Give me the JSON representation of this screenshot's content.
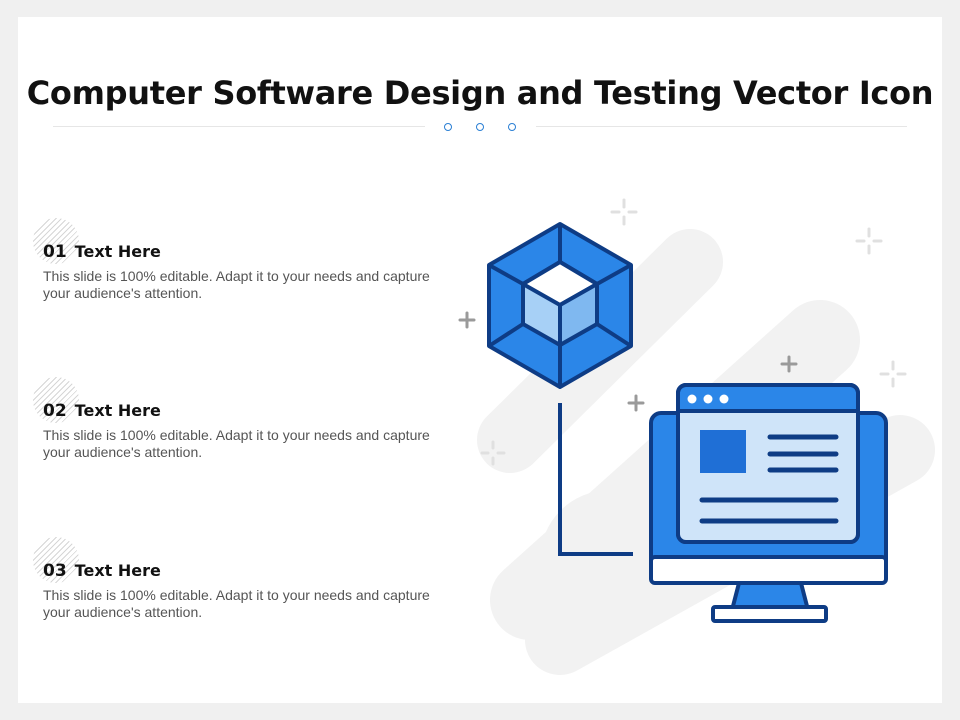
{
  "slide": {
    "title": "Computer Software Design and Testing Vector Icon"
  },
  "items": [
    {
      "number": "01",
      "title": "Text Here",
      "text": "This slide is 100% editable. Adapt it to your needs and capture your audience's attention."
    },
    {
      "number": "02",
      "title": "Text Here",
      "text": "This slide is 100% editable. Adapt it to your needs and capture your audience's attention."
    },
    {
      "number": "03",
      "title": "Text Here",
      "text": "This slide is 100% editable. Adapt it to your needs and capture your audience's attention."
    }
  ],
  "illustration": {
    "icons": [
      "cube-icon",
      "monitor-icon"
    ],
    "colors": {
      "primary_blue": "#2b86e8",
      "dark_blue": "#0e3c85",
      "light_blue": "#a7d0f6",
      "screen_blue": "#cfe4f9",
      "background_blob": "#f2f2f2",
      "plus_grey": "#9a9a9a"
    }
  },
  "colors": {
    "divider_dot": "#2a7fd4",
    "title": "#111111",
    "body_text": "#555555"
  }
}
